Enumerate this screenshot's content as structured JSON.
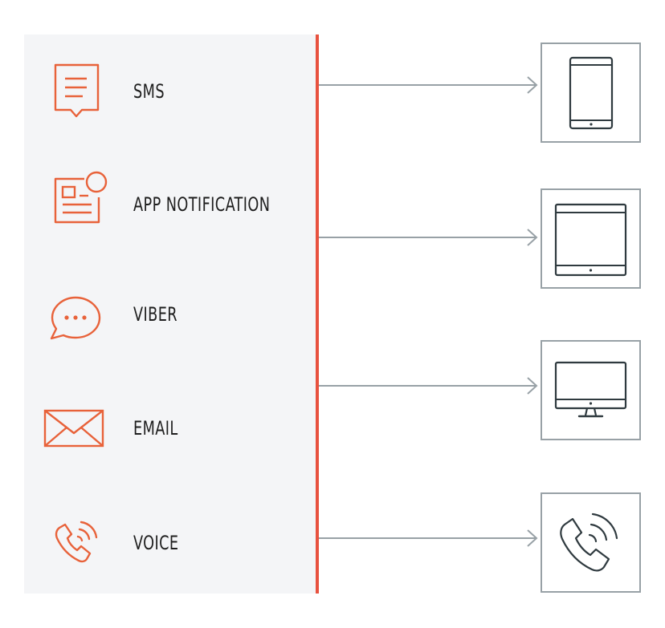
{
  "colors": {
    "accent": "#e8623a",
    "divider": "#e8523f",
    "connector": "#98a1a6",
    "device_stroke": "#2f3a3f"
  },
  "channels": [
    {
      "label": "SMS",
      "icon": "sms-message-icon"
    },
    {
      "label": "APP NOTIFICATION",
      "icon": "app-notification-icon"
    },
    {
      "label": "VIBER",
      "icon": "chat-bubble-icon"
    },
    {
      "label": "EMAIL",
      "icon": "envelope-icon"
    },
    {
      "label": "VOICE",
      "icon": "phone-call-icon"
    }
  ],
  "devices": [
    {
      "icon": "smartphone-icon"
    },
    {
      "icon": "tablet-icon"
    },
    {
      "icon": "desktop-monitor-icon"
    },
    {
      "icon": "phone-handset-icon"
    }
  ]
}
